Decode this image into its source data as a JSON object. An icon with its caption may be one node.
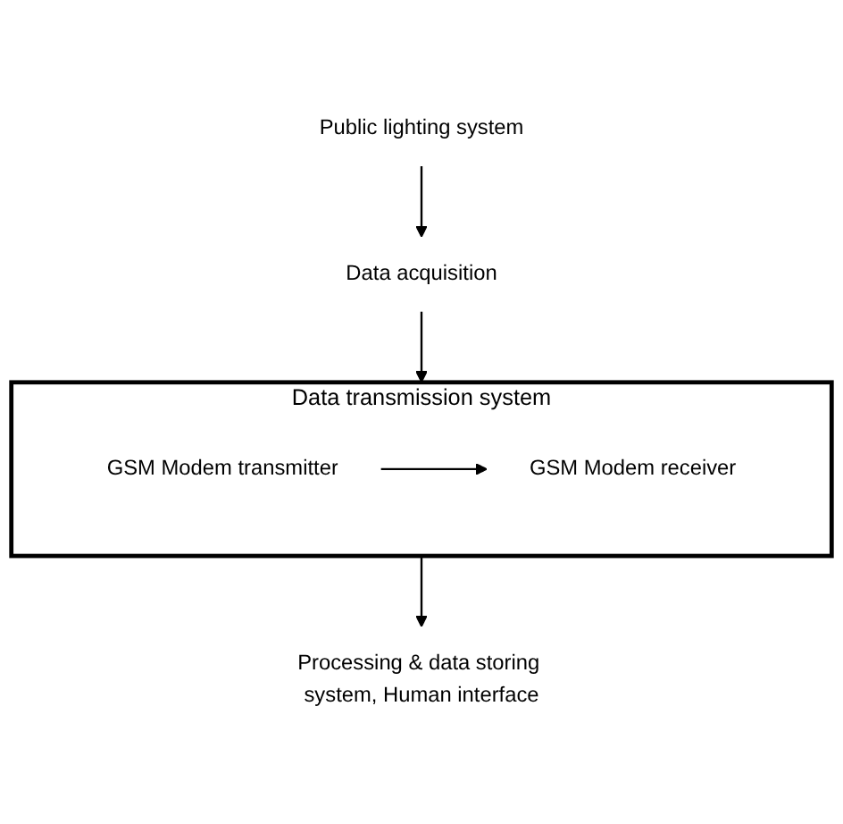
{
  "diagram": {
    "nodes": [
      {
        "text": [
          "Public lighting system"
        ]
      },
      {
        "text": [
          "Data acquisition"
        ]
      },
      {
        "text": [
          "Processing & data storing system, Human interface"
        ]
      },
      {
        "text": [
          "Data transmission system"
        ]
      },
      {
        "text": [
          "GSM Modem transmitter"
        ],
        "in": 3
      },
      {
        "text": [
          "GSM Modem receiver"
        ],
        "in": 3
      }
    ],
    "edges": [
      {
        "from": 0,
        "to": 1,
        "arrow": "to"
      },
      {
        "from": 1,
        "to": 3,
        "arrow": "to"
      },
      {
        "from": 4,
        "to": 5,
        "arrow": "to"
      },
      {
        "from": 3,
        "to": 2,
        "arrow": "to"
      }
    ]
  }
}
